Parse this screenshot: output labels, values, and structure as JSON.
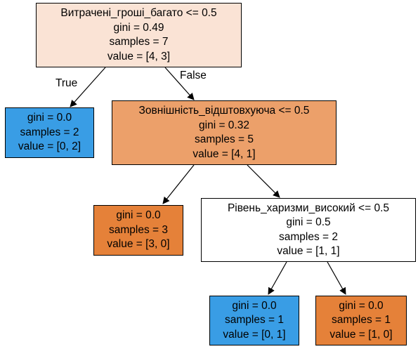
{
  "nodes": {
    "root": {
      "condition": "Витрачені_гроші_багато <= 0.5",
      "gini": "gini = 0.49",
      "samples": "samples = 7",
      "value": "value = [4, 3]",
      "fill": "#fae3d5"
    },
    "left": {
      "gini": "gini = 0.0",
      "samples": "samples = 2",
      "value": "value = [0, 2]",
      "fill": "#399de5"
    },
    "right": {
      "condition": "Зовнішність_відштовхуюча <= 0.5",
      "gini": "gini = 0.32",
      "samples": "samples = 5",
      "value": "value = [4, 1]",
      "fill": "#eca06a"
    },
    "right_left": {
      "gini": "gini = 0.0",
      "samples": "samples = 3",
      "value": "value = [3, 0]",
      "fill": "#e58139"
    },
    "right_right": {
      "condition": "Рівень_харизми_високий <= 0.5",
      "gini": "gini = 0.5",
      "samples": "samples = 2",
      "value": "value = [1, 1]",
      "fill": "#ffffff"
    },
    "rr_left": {
      "gini": "gini = 0.0",
      "samples": "samples = 1",
      "value": "value = [0, 1]",
      "fill": "#399de5"
    },
    "rr_right": {
      "gini": "gini = 0.0",
      "samples": "samples = 1",
      "value": "value = [1, 0]",
      "fill": "#e58139"
    }
  },
  "edge_labels": {
    "true": "True",
    "false": "False"
  }
}
